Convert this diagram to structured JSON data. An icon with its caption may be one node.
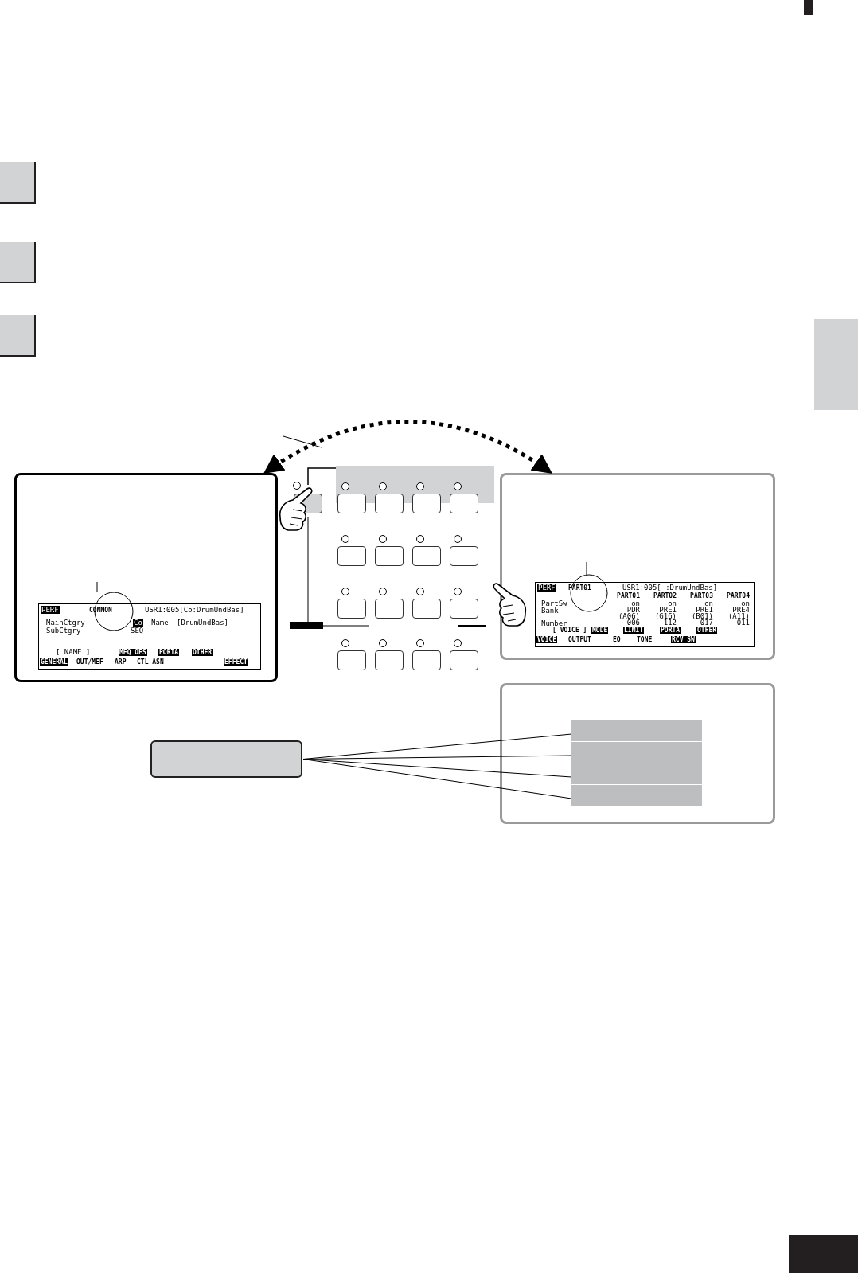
{
  "diagram": {
    "nodes": [
      {
        "text": [],
        "shape": "box"
      },
      {
        "text": [
          "PERF",
          "COMMON",
          "USR1:005[Co:DrumUndBas]",
          "MainCtgry",
          "SubCtgry",
          "Co",
          "SEQ",
          "Name",
          "[DrumUndBas]",
          "[ NAME ]",
          "MEQ OFS",
          "PORTA",
          "OTHER",
          "GENERAL",
          "OUT/MEF",
          "ARP",
          "CTL ASN",
          "EFFECT"
        ],
        "in": 0
      },
      {
        "text": [],
        "shape": "box"
      },
      {
        "text": [
          "PERF",
          "PART01",
          "USR1:005[ :DrumUndBas]",
          "PartSw",
          "Bank",
          "Number",
          "PART01",
          "PART02",
          "PART03",
          "PART04",
          "on",
          "on",
          "on",
          "on",
          "PDR",
          "PRE1",
          "PRE1",
          "PRE4",
          "(A06)",
          "(G16)",
          "(B01)",
          "(A11)",
          "006",
          "112",
          "017",
          "011",
          "[ VOICE ]",
          "MODE",
          "LIMIT",
          "PORTA",
          "OTHER",
          "VOICE",
          "OUTPUT",
          "EQ",
          "TONE",
          "RCV SW"
        ],
        "in": 2
      },
      {
        "text": [],
        "shape": "box"
      },
      {
        "text": [],
        "shape": "bar",
        "in": 4
      },
      {
        "text": [],
        "shape": "bar",
        "in": 4
      },
      {
        "text": [],
        "shape": "bar",
        "in": 4
      },
      {
        "text": [],
        "shape": "bar",
        "in": 4
      },
      {
        "text": [],
        "shape": "box"
      },
      {
        "text": [],
        "shape": "box"
      }
    ],
    "edges": [
      {
        "from": 0,
        "to": 2,
        "arrow": "both",
        "style": "dashed"
      },
      {
        "from": 9,
        "to": 5,
        "arrow": "none"
      },
      {
        "from": 9,
        "to": 6,
        "arrow": "none"
      },
      {
        "from": 9,
        "to": 7,
        "arrow": "none"
      },
      {
        "from": 9,
        "to": 8,
        "arrow": "none"
      }
    ]
  }
}
